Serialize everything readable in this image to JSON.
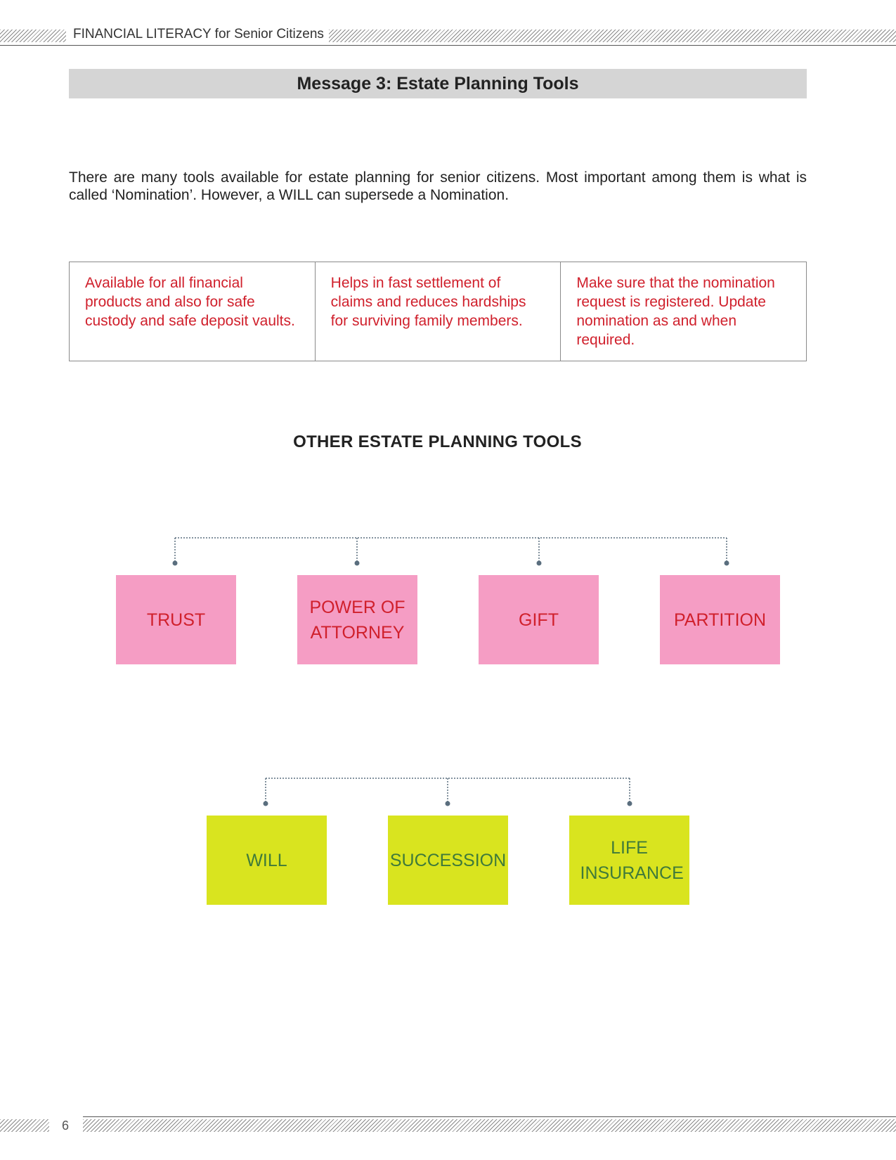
{
  "header": {
    "title": "FINANCIAL LITERACY for Senior Citizens"
  },
  "message": {
    "title": "Message 3: Estate Planning Tools"
  },
  "intro": "There are many tools available for estate planning for senior citizens. Most important among them is what is called ‘Nomination’. However, a WILL can supersede a Nomination.",
  "nomination_points": [
    "Available for all financial products and also for safe custody and safe deposit vaults.",
    "Helps in fast settlement of claims and reduces hardships for surviving family members.",
    "Make sure that the nomination request is registered. Update nomination as and when required."
  ],
  "other_tools": {
    "heading": "OTHER ESTATE PLANNING TOOLS",
    "group1": [
      "TRUST",
      "POWER OF ATTORNEY",
      "GIFT",
      "PARTITION"
    ],
    "group2": [
      "WILL",
      "SUCCESSION",
      "LIFE INSURANCE"
    ],
    "colors": {
      "group1_bg": "#f59dc4",
      "group1_text": "#d0202c",
      "group2_bg": "#d9e41f",
      "group2_text": "#3f7a3a"
    }
  },
  "footer": {
    "page_number": "6"
  }
}
